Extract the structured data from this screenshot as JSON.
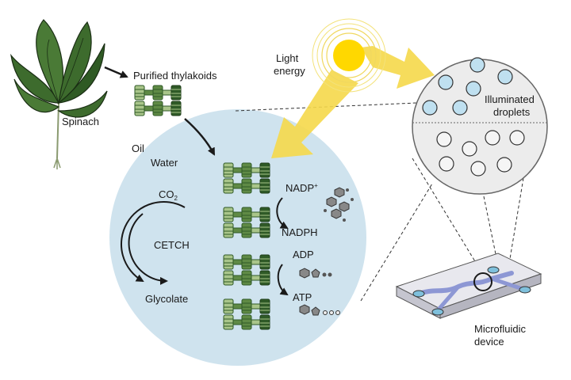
{
  "labels": {
    "spinach": "Spinach",
    "purified_thylakoids": "Purified thylakoids",
    "oil": "Oil",
    "water": "Water",
    "light": "Light",
    "energy": "energy",
    "illuminated": "Illuminated",
    "droplets": "droplets",
    "co2_base": "CO",
    "co2_sub": "2",
    "cetch": "CETCH",
    "glycolate": "Glycolate",
    "nadp_base": "NADP",
    "nadp_sup": "+",
    "nadph": "NADPH",
    "adp": "ADP",
    "atp": "ATP",
    "microfluidic": "Microfluidic",
    "device": "device"
  },
  "colors": {
    "water_bg": "#cfe3ee",
    "thylakoid_dark": "#2f5a27",
    "thylakoid_mid": "#5f8a45",
    "thylakoid_light": "#a9c58a",
    "sun": "#ffd800",
    "light_beam": "#f5d84a",
    "leaf_dark": "#3d6b2d",
    "droplet_lit": "#bfe0f0",
    "lens_bg": "#ececec",
    "device_body": "#d4d4dc",
    "channel": "#8d97d4",
    "port": "#7fc0dc"
  }
}
